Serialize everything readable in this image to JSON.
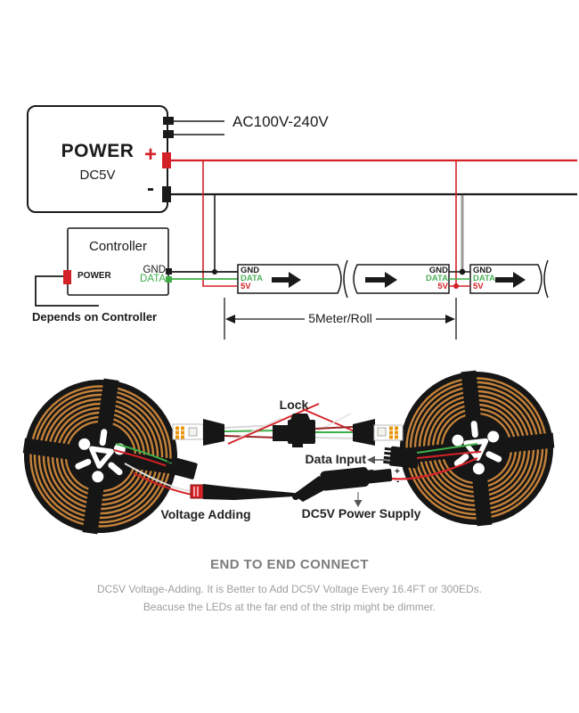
{
  "colors": {
    "wire_red": "#d42127",
    "wire_green": "#3fae49",
    "wire_dark_red": "#9b2626",
    "wire_black": "#1a1a1a",
    "wire_gray": "#9a9a9a",
    "reel_strip_tan": "#c5823a",
    "led_pad_orange": "#e8950c",
    "connector_black": "#161616",
    "footer_title_gray": "#7c7c7c",
    "footer_text_gray": "#9e9e9e"
  },
  "top": {
    "ac_label": "AC100V-240V",
    "power_box": {
      "title": "POWER",
      "subtitle": "DC5V",
      "plus": "+",
      "minus": "-"
    },
    "controller": {
      "title": "Controller",
      "power_terminal": "POWER",
      "gnd": "GND",
      "data": "DATA"
    },
    "depends_note": "Depends on Controller",
    "strip_labels": {
      "gnd": "GND",
      "data": "DATA",
      "v5": "5V"
    },
    "dimension_label": "5Meter/Roll"
  },
  "bottom": {
    "lock_label": "Lock",
    "data_input_label": "Data Input",
    "voltage_adding_label": "Voltage Adding",
    "power_supply_label": "DC5V Power Supply",
    "plus": "+",
    "minus": "-"
  },
  "footer": {
    "title": "END TO END CONNECT",
    "line1": "DC5V Voltage-Adding. It is Better to Add DC5V Voltage Every 16.4FT or 300EDs.",
    "line2": "Beacuse the LEDs at the far end of the strip might be dimmer."
  }
}
